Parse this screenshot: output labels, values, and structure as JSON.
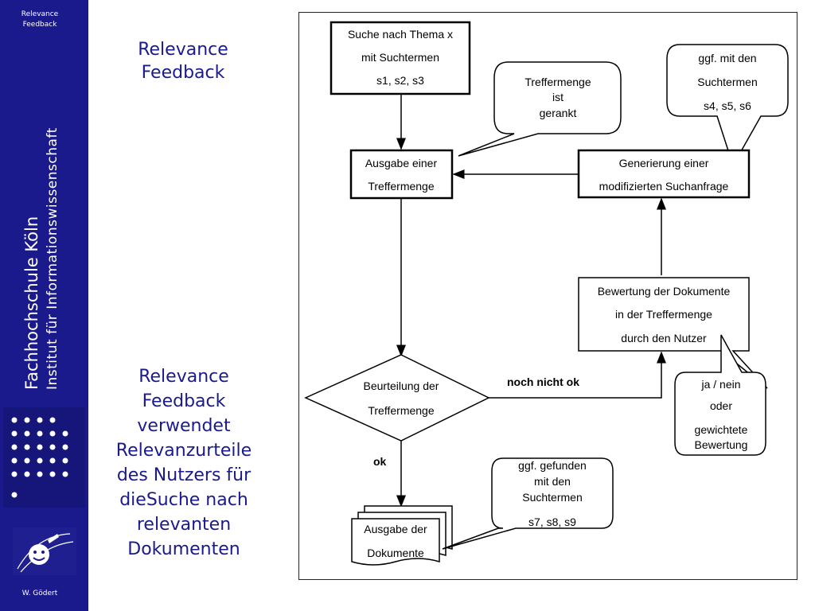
{
  "sidebar": {
    "header": "Relevance\nFeedback",
    "institution": "Fachhochschule Köln",
    "department": "Institut für Informationswissenschaft",
    "author": "W. Gödert"
  },
  "title": "Relevance\nFeedback",
  "description": "Relevance\nFeedback\nverwendet\nRelevanzurteile\ndes Nutzers für\ndieSuche nach\nrelevanten\nDokumenten",
  "colors": {
    "sidebar": "#1a1a8c",
    "title_text": "#1a1a8c",
    "white": "#ffffff"
  },
  "flowchart": {
    "start_box": [
      "Suche nach Thema x",
      "mit Suchtermen",
      "s1, s2, s3"
    ],
    "output_box": [
      "Ausgabe einer",
      "Treffermenge"
    ],
    "modify_box": [
      "Generierung einer",
      "modifizierten Suchanfrage"
    ],
    "judge_box": [
      "Bewertung der Dokumente",
      "in der Treffermenge",
      "durch den Nutzer"
    ],
    "decision": [
      "Beurteilung der",
      "Treffermenge"
    ],
    "docs_box": [
      "Ausgabe der",
      "Dokumente"
    ],
    "label_not_ok": "noch nicht ok",
    "label_ok": "ok",
    "callout_ranked": [
      "Treffermenge",
      "ist",
      "gerankt"
    ],
    "callout_terms": [
      "ggf. mit den",
      "Suchtermen",
      "s4, s5, s6"
    ],
    "callout_rating": [
      "ja / nein",
      "oder",
      "gewichtete",
      "Bewertung"
    ],
    "callout_found": [
      "ggf. gefunden",
      "mit den",
      "Suchtermen",
      "s7, s8, s9"
    ]
  }
}
